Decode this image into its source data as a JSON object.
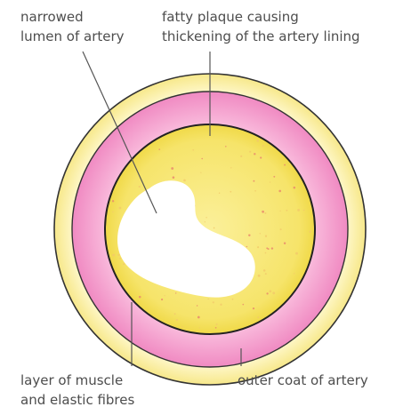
{
  "labels": {
    "lumen": [
      "narrowed",
      "lumen of artery"
    ],
    "plaque": [
      "fatty plaque causing",
      "thickening of the artery lining"
    ],
    "muscle": [
      "layer of muscle",
      "and elastic fibres"
    ],
    "outer_coat": "outer coat of artery"
  },
  "colors": {
    "outer_coat": "#fdf3b8",
    "muscle_layer": "#f4a3cf",
    "plaque": "#f5e15c",
    "plaque_dots": "#e8876b",
    "lumen": "#ffffff",
    "outline": "#333333",
    "leader_line": "#555555"
  }
}
